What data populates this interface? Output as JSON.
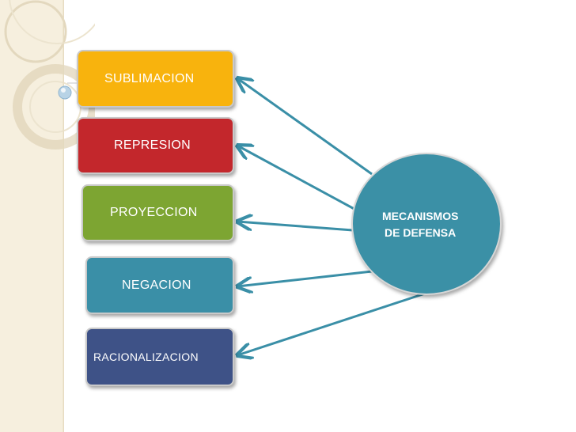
{
  "diagram": {
    "center": {
      "line1": "MECANISMOS",
      "line2": "DE DEFENSA",
      "color": "#3b90a6"
    },
    "nodes": [
      {
        "label": "SUBLIMACION",
        "color": "#f8b30d"
      },
      {
        "label": "REPRESION",
        "color": "#c3272c"
      },
      {
        "label": "PROYECCION",
        "color": "#7da532"
      },
      {
        "label": "NEGACION",
        "color": "#3a8fa7"
      },
      {
        "label": "RACIONALIZACION",
        "color": "#3e5287"
      }
    ],
    "arrow_color": "#3a8fa7",
    "background_accent": "#f6efde"
  }
}
